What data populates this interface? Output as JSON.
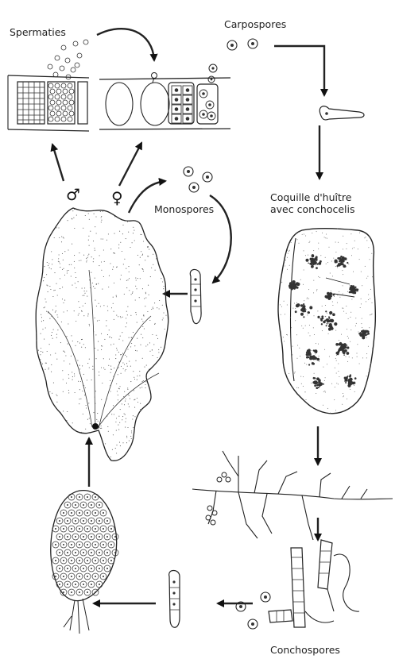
{
  "labels": {
    "spermaties": "Spermaties",
    "carpospores": "Carpospores",
    "monospores": "Monospores",
    "coquille_line1": "Coquille d'huître",
    "coquille_line2": "avec conchocelis",
    "conchospores": "Conchospores"
  },
  "symbols": {
    "male": "♂",
    "female": "♀"
  },
  "colors": {
    "ink": "#222222",
    "stipple": "#555555",
    "spot": "#333333",
    "background": "#ffffff"
  }
}
